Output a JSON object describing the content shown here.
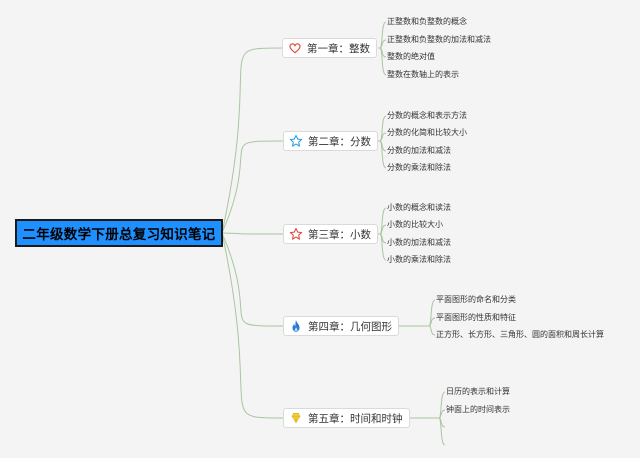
{
  "title": "二年级数学下册总复习知识笔记",
  "chapters": [
    {
      "label": "第一章：整数",
      "icon": "heart-icon",
      "icon_color": "#e0473c",
      "items": [
        "正整数和负整数的概念",
        "正整数和负整数的加法和减法",
        "整数的绝对值",
        "整数在数轴上的表示"
      ]
    },
    {
      "label": "第二章：分数",
      "icon": "star-outline-icon",
      "icon_color": "#2e9be6",
      "items": [
        "分数的概念和表示方法",
        "分数的化简和比较大小",
        "分数的加法和减法",
        "分数的乘法和除法"
      ]
    },
    {
      "label": "第三章：小数",
      "icon": "star-outline-icon",
      "icon_color": "#e0473c",
      "items": [
        "小数的概念和读法",
        "小数的比较大小",
        "小数的加法和减法",
        "小数的乘法和除法"
      ]
    },
    {
      "label": "第四章：几何图形",
      "icon": "flame-icon",
      "icon_color": "#2878d8",
      "items": [
        "平面图形的命名和分类",
        "平面图形的性质和特征",
        "正方形、长方形、三角形、圆的面积和周长计算"
      ]
    },
    {
      "label": "第五章：时间和时钟",
      "icon": "gem-icon",
      "icon_color": "#f2d13c",
      "items": [
        "日历的表示和计算",
        "钟面上的时间表示",
        "",
        ""
      ]
    }
  ],
  "colors": {
    "root_fill": "#1e90ff",
    "line": "#a9c6a0",
    "background": "#f4f4f4"
  }
}
